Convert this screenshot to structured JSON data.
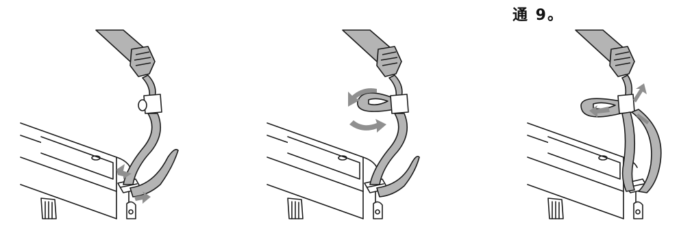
{
  "caption": {
    "text": "通 9。"
  },
  "figures": [
    {
      "icon": "strap-attach-step-1-illustration"
    },
    {
      "icon": "strap-attach-step-2-illustration"
    },
    {
      "icon": "strap-attach-step-3-illustration"
    }
  ],
  "colors": {
    "outline": "#1a1a1a",
    "strap": "#b4b4b4",
    "strap_dark": "#8c8c8c",
    "arrow": "#8f8f8f",
    "background": "#ffffff"
  }
}
